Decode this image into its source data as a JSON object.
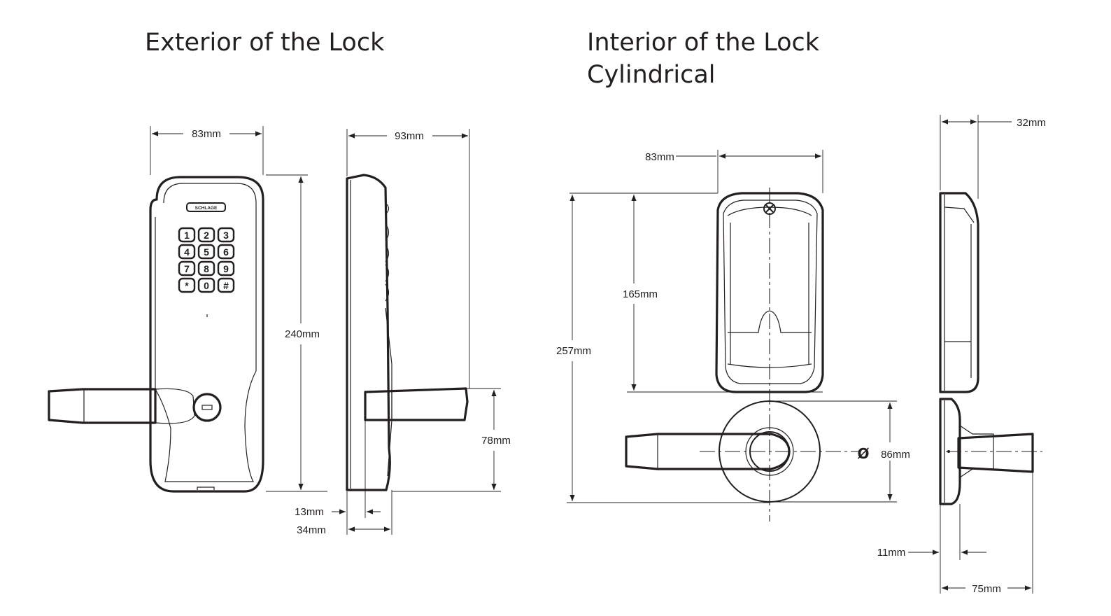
{
  "headings": {
    "exterior": "Exterior of the Lock",
    "interior_line1": "Interior of the Lock",
    "interior_line2": "Cylindrical"
  },
  "brand": "SCHLAGE",
  "keypad": [
    "1",
    "2",
    "3",
    "4",
    "5",
    "6",
    "7",
    "8",
    "9",
    "*",
    "0",
    "#"
  ],
  "diameter_symbol": "Ø",
  "dimensions": {
    "ext_width": "83mm",
    "ext_side_depth": "93mm",
    "ext_height": "240mm",
    "ext_lever_height": "78mm",
    "ext_13": "13mm",
    "ext_34": "34mm",
    "int_width": "83mm",
    "int_side_32": "32mm",
    "int_165": "165mm",
    "int_257": "257mm",
    "int_rose_dia": "86mm",
    "int_11": "11mm",
    "int_75": "75mm"
  }
}
